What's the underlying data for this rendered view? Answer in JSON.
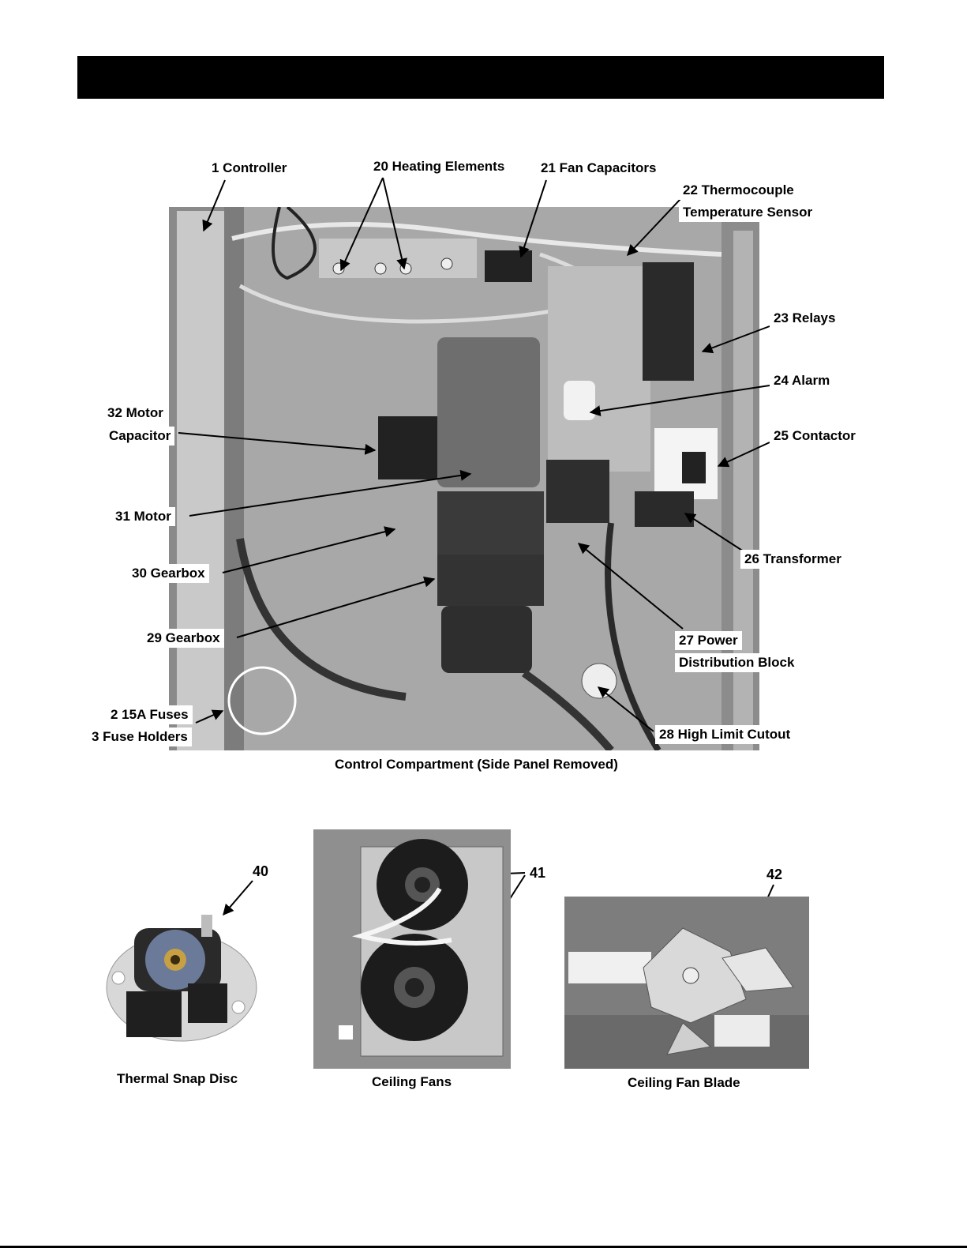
{
  "main_figure": {
    "caption": "Control Compartment  (Side Panel Removed)",
    "callouts": {
      "c1": "1  Controller",
      "c20": "20  Heating Elements",
      "c21": "21  Fan Capacitors",
      "c22a": "22  Thermocouple",
      "c22b": "Temperature Sensor",
      "c23": "23  Relays",
      "c24": "24  Alarm",
      "c25": "25  Contactor",
      "c26": "26  Transformer",
      "c27a": "27  Power",
      "c27b": "Distribution Block",
      "c28": "28  High Limit Cutout",
      "c32a": "32  Motor",
      "c32b": "Capacitor",
      "c31": "31  Motor",
      "c30": "30  Gearbox",
      "c29": "29  Gearbox",
      "c2": "2  15A Fuses",
      "c3": "3  Fuse Holders"
    }
  },
  "sub_figures": [
    {
      "number": "40",
      "caption": "Thermal Snap Disc"
    },
    {
      "number": "41",
      "caption": "Ceiling Fans"
    },
    {
      "number": "42",
      "caption": "Ceiling Fan Blade"
    }
  ]
}
